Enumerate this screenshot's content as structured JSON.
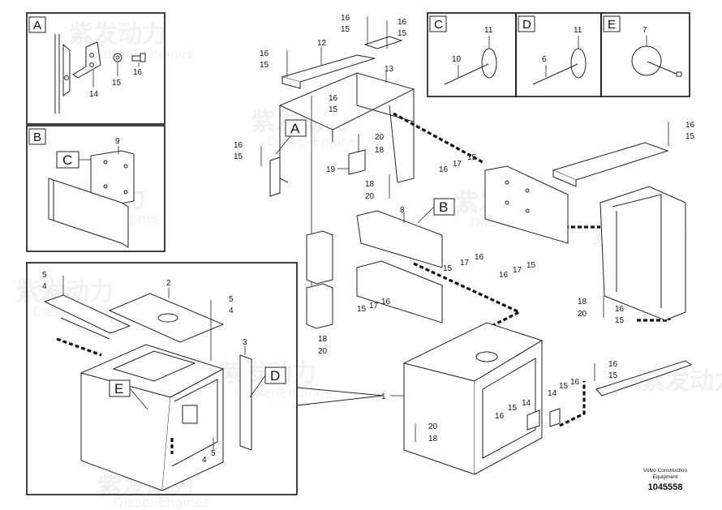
{
  "watermark": {
    "brand": "紫发动力",
    "sub": "Diesel-Engines"
  },
  "detail_boxes": {
    "A": "A",
    "B": "B",
    "C": "C",
    "D": "D",
    "E": "E"
  },
  "callouts": {
    "A": "A",
    "B": "B",
    "C": "C",
    "D": "D",
    "E": "E"
  },
  "part_numbers": {
    "n1": "1",
    "n2": "2",
    "n3": "3",
    "n4": "4",
    "n5": "5",
    "n6": "6",
    "n7": "7",
    "n8": "8",
    "n9": "9",
    "n10": "10",
    "n11": "11",
    "n12": "12",
    "n13": "13",
    "n14": "14",
    "n15": "15",
    "n16": "16",
    "n17": "17",
    "n18": "18",
    "n19": "19",
    "n20": "20"
  },
  "footer": {
    "maker_line1": "Volvo Construction",
    "maker_line2": "Equipment",
    "drawing_id": "1045558"
  }
}
